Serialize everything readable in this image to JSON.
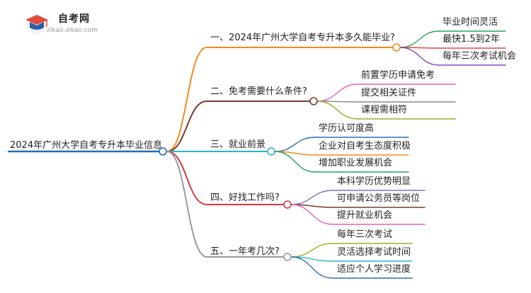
{
  "logo": {
    "name": "自考网",
    "url": "zikao-zikao.com"
  },
  "root": {
    "label": "2024年广州大学自考专升本毕业信息",
    "color": "#1f6fb2"
  },
  "branches": [
    {
      "label": "一、2024年广州大学自考专升本多久能毕业?",
      "color": "#f08c1e",
      "children": [
        {
          "label": "毕业时间灵活",
          "color": "#2ca25f"
        },
        {
          "label": "最快1.5到2年",
          "color": "#e0484b"
        },
        {
          "label": "每年三次考试机会",
          "color": "#7e4bb5"
        }
      ]
    },
    {
      "label": "二、免考需要什么条件?",
      "color": "#7a3b2e",
      "children": [
        {
          "label": "前置学历申请免考",
          "color": "#e062b6"
        },
        {
          "label": "提交相关证件",
          "color": "#8c8c8c"
        },
        {
          "label": "课程需相符",
          "color": "#a3a826"
        }
      ]
    },
    {
      "label": "三、就业前景",
      "color": "#27b5c7",
      "children": [
        {
          "label": "学历认可度高",
          "color": "#2f6db5"
        },
        {
          "label": "企业对自考生态度积极",
          "color": "#f08c1e"
        },
        {
          "label": "增加职业发展机会",
          "color": "#2ca25f"
        }
      ]
    },
    {
      "label": "四、好找工作吗?",
      "color": "#d63a3a",
      "children": [
        {
          "label": "本科学历优势明显",
          "color": "#8e6bbf"
        },
        {
          "label": "可申请公务员等岗位",
          "color": "#7a3b2e"
        },
        {
          "label": "提升就业机会",
          "color": "#e062b6"
        }
      ]
    },
    {
      "label": "五、一年考几次?",
      "color": "#9a9a9a",
      "children": [
        {
          "label": "每年三次考试",
          "color": "#a3a826"
        },
        {
          "label": "灵活选择考试时间",
          "color": "#27b5c7"
        },
        {
          "label": "适应个人学习进度",
          "color": "#2f6db5"
        }
      ]
    }
  ]
}
